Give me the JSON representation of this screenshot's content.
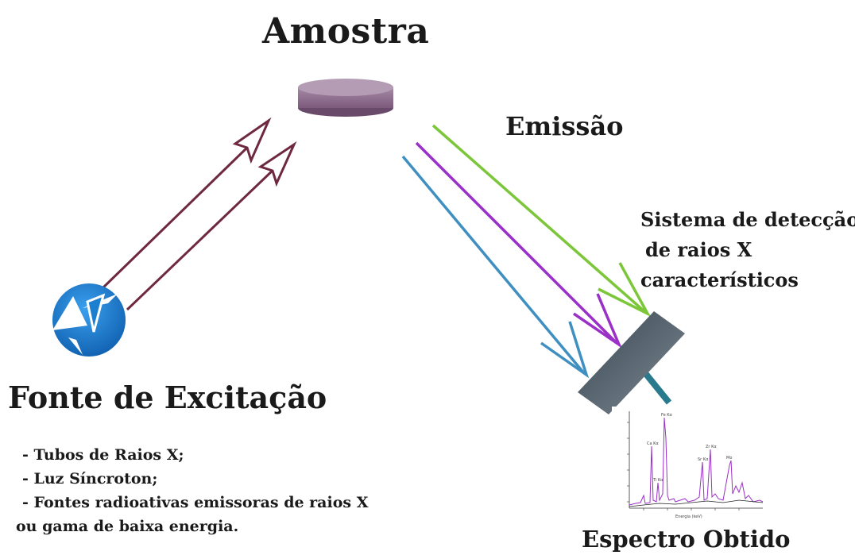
{
  "diagram": {
    "sample_label": "Amostra",
    "emission_label": "Emissão",
    "detector_label_lines": [
      "Sistema de detecção",
      "de raios X",
      "característicos"
    ],
    "source_label": "Fonte de Excitação",
    "source_types": [
      "- Tubos de Raios X;",
      "- Luz Síncroton;",
      "- Fontes  radioativas emissoras de raios X",
      "ou gama de baixa energia."
    ],
    "spectrum_label": "Espectro Obtido",
    "colors": {
      "excitation_arrows": "#6e2840",
      "emission_blue": "#3f8fc0",
      "emission_purple": "#9b30c8",
      "emission_green": "#7cc63a",
      "sample": "#8e6a8e",
      "detector": "#4a5a66",
      "source": "#1d7fd0"
    }
  }
}
